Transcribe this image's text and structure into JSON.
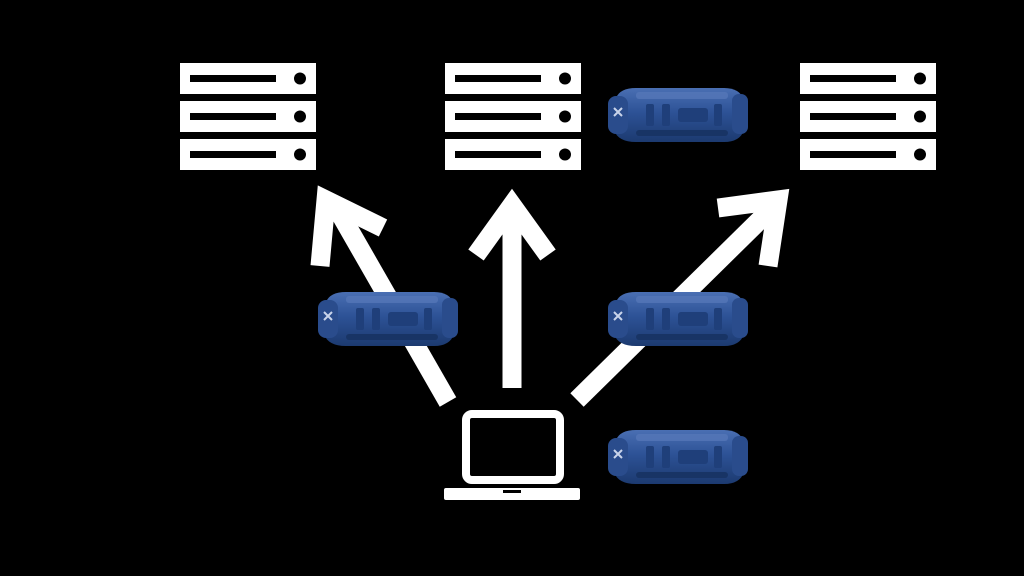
{
  "diagram": {
    "background": "#000000",
    "foreground": "#ffffff",
    "accent": "#2c4f8f",
    "nodes": [
      {
        "id": "server-left",
        "icon": "server-rack-icon"
      },
      {
        "id": "server-center",
        "icon": "server-rack-icon"
      },
      {
        "id": "server-right",
        "icon": "server-rack-icon"
      },
      {
        "id": "laptop",
        "icon": "laptop-icon"
      }
    ],
    "edges": [
      {
        "from": "laptop",
        "to": "server-left",
        "style": "arrow"
      },
      {
        "from": "laptop",
        "to": "server-center",
        "style": "arrow"
      },
      {
        "from": "laptop",
        "to": "server-right",
        "style": "arrow"
      }
    ],
    "overlays": [
      {
        "icon": "rugged-drive-icon",
        "near": "server-center"
      },
      {
        "icon": "rugged-drive-icon",
        "near": "arrow-left"
      },
      {
        "icon": "rugged-drive-icon",
        "near": "arrow-right"
      },
      {
        "icon": "rugged-drive-icon",
        "near": "laptop"
      }
    ]
  }
}
